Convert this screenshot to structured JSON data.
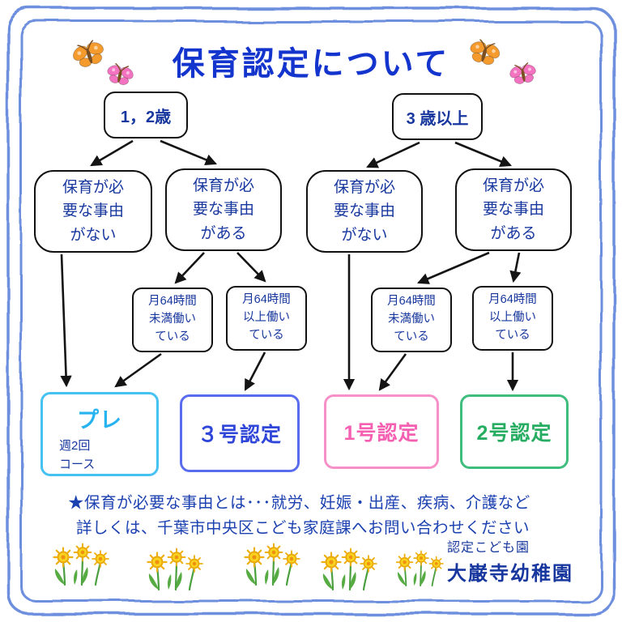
{
  "title": "保育認定について",
  "flow": {
    "age_1_2": "1，2歳",
    "age_3_plus": "3 歳以上",
    "reason_no_lines": [
      "保育が必",
      "要な事由",
      "がない"
    ],
    "reason_yes_lines": [
      "保育が必",
      "要な事由",
      "がある"
    ],
    "under_64h_lines": [
      "月64時間",
      "未満働い",
      "ている"
    ],
    "over_64h_lines": [
      "月64時間",
      "以上働い",
      "ている"
    ]
  },
  "results": [
    {
      "label": "プレ",
      "sub_lines": [
        "週2回",
        "コース"
      ],
      "color": "#45c1f2",
      "text_color": "#27b3f0"
    },
    {
      "label": "３号認定",
      "color": "#5a6cee",
      "text_color": "#2f46d8"
    },
    {
      "label": "1号認定",
      "color": "#f78fc8",
      "text_color": "#f45fb2"
    },
    {
      "label": "2号認定",
      "color": "#3fbd7c",
      "text_color": "#27ad62"
    }
  ],
  "notes": {
    "line1": "★保育が必要な事由とは･･･就労、妊娠・出産、疾病、介護など",
    "line2": "詳しくは、千葉市中央区こども家庭課へお問い合わせください"
  },
  "footer": {
    "org_type": "認定こども園",
    "org_name": "大巌寺幼稚園"
  },
  "icons": {
    "top_left": [
      "butterfly-orange-icon",
      "butterfly-pink-icon"
    ],
    "top_right": [
      "butterfly-orange-icon",
      "butterfly-pink-icon"
    ],
    "bottom": "dandelion-flowers-icon"
  },
  "colors": {
    "border": "#6d8fdd",
    "title": "#1435cd",
    "node_text": "#17379e",
    "arrow": "#141414",
    "note_text": "#1c41b0"
  }
}
